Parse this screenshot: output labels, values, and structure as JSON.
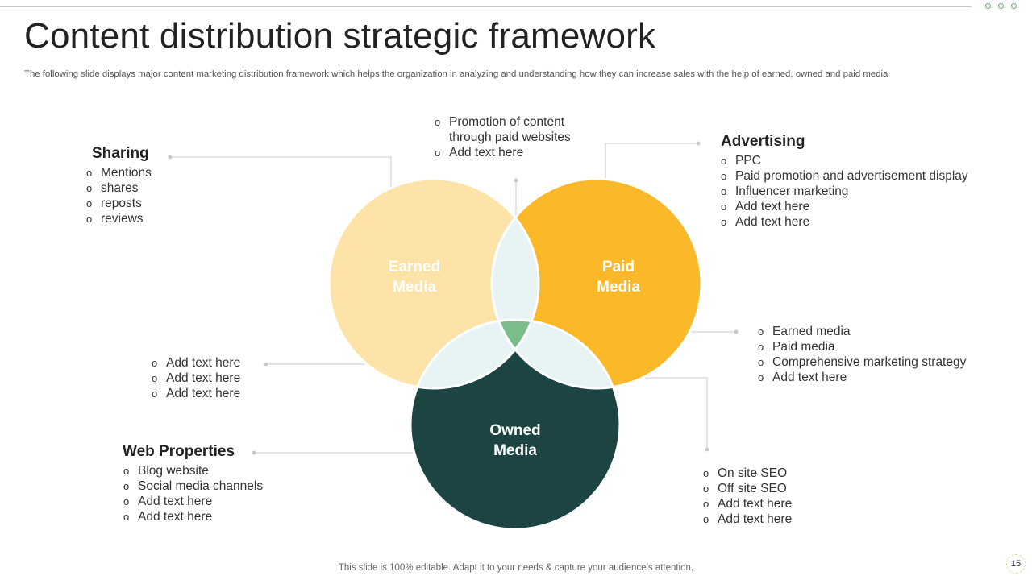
{
  "slide": {
    "title": "Content distribution strategic framework",
    "subtitle": "The following slide displays major content marketing distribution framework which helps the organization in analyzing and understanding how they can increase sales with the help of earned, owned and paid media",
    "footer": "This slide is 100% editable. Adapt it to your needs & capture your audience’s attention.",
    "page_number": "15"
  },
  "circles": {
    "earned": {
      "line1": "Earned",
      "line2": "Media",
      "color": "#fde3a7"
    },
    "paid": {
      "line1": "Paid",
      "line2": "Media",
      "color": "#fbb829"
    },
    "owned": {
      "line1": "Owned",
      "line2": "Media",
      "color": "#1c4443"
    },
    "overlap_color": "#e8f3f3",
    "center_color": "#7bbd8a"
  },
  "bullet_glyph": "o",
  "sharing": {
    "heading": "Sharing",
    "items": [
      "Mentions",
      "shares",
      "reposts",
      "reviews"
    ]
  },
  "top_center": {
    "items": [
      "Promotion of content through paid websites",
      "Add text here"
    ]
  },
  "advertising": {
    "heading": "Advertising",
    "items": [
      "PPC",
      "Paid promotion and advertisement display",
      "Influencer  marketing",
      "Add text here",
      "Add text here"
    ]
  },
  "center_right": {
    "items": [
      "Earned media",
      "Paid media",
      "Comprehensive marketing strategy",
      "Add text here"
    ]
  },
  "left_middle": {
    "items": [
      "Add text here",
      "Add text here",
      "Add text here"
    ]
  },
  "web_properties": {
    "heading": "Web Properties",
    "items": [
      "Blog website",
      "Social media channels",
      "Add text here",
      "Add text here"
    ]
  },
  "bottom_right": {
    "items": [
      "On site SEO",
      "Off site SEO",
      "Add text here",
      "Add text here"
    ]
  }
}
